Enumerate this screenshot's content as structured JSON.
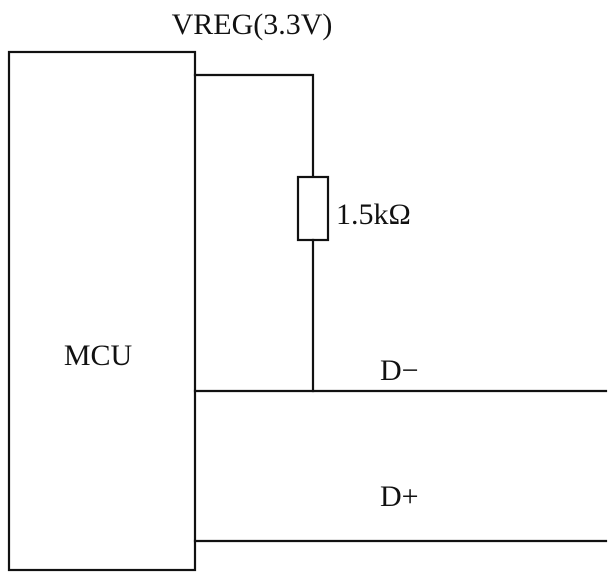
{
  "labels": {
    "supply": "VREG(3.3V)",
    "mcu": "MCU",
    "resistor": "1.5kΩ",
    "d_minus": "D−",
    "d_plus": "D+"
  },
  "colors": {
    "line": "#111111",
    "background": "#ffffff"
  }
}
